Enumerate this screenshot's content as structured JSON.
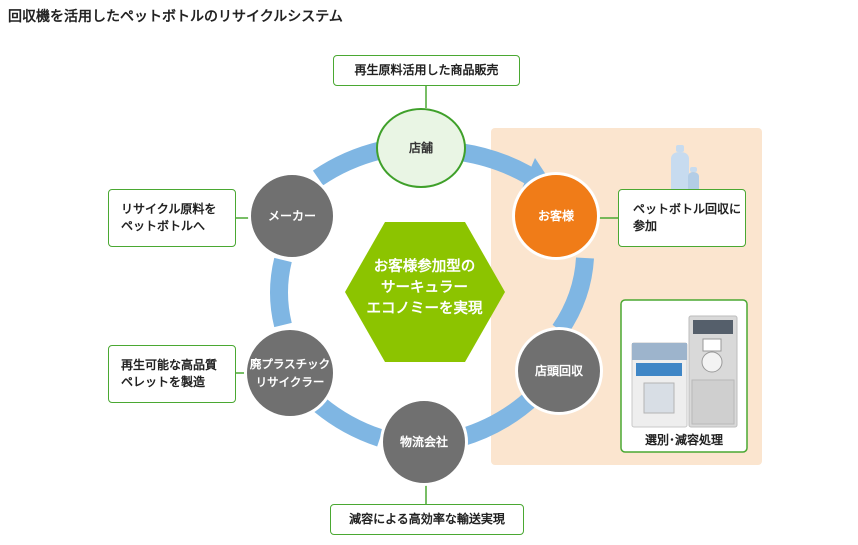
{
  "title": "回収機を活用したペットボトルのリサイクルシステム",
  "center_label": "お客様参加型の\nサーキュラー\nエコノミーを実現",
  "nodes": {
    "store": "店舗",
    "customer": "お客様",
    "store_collection": "店頭回収",
    "logistics": "物流会社",
    "plastic_recycler": "廃プラスチック\nリサイクラー",
    "maker": "メーカー"
  },
  "callouts": {
    "store": "再生原料活用した商品販売",
    "customer": "ペットボトル回収に\n参加",
    "logistics": "減容による高効率な輸送実現",
    "plastic_recycler": "再生可能な高品質\nペレットを製造",
    "maker": "リサイクル原料を\nペットボトルへ",
    "machine": "選別･減容処理"
  },
  "colors": {
    "ring": "#7fb6e3",
    "node_gray": "#707070",
    "node_orange": "#f07c18",
    "node_green_border": "#3fa02a",
    "hexagon": "#8cc400",
    "panel": "#fbe5cf",
    "callout_border": "#4aa832"
  }
}
